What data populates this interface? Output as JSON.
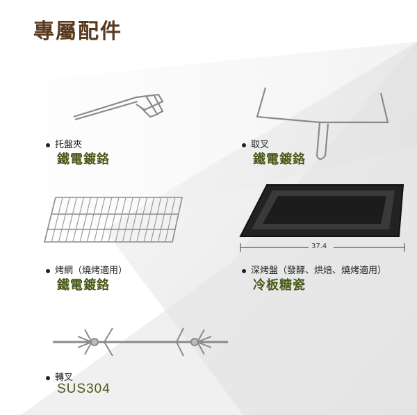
{
  "title": "專屬配件",
  "items": [
    {
      "name": "托盤夾",
      "material": "鐵電鍍鉻"
    },
    {
      "name": "取叉",
      "material": "鐵電鍍鉻"
    },
    {
      "name": "烤網（燒烤適用）",
      "material": "鐵電鍍鉻"
    },
    {
      "name": "深烤盤（發酵、烘焙、燒烤適用）",
      "material": "冷板糖瓷"
    },
    {
      "name": "轉叉",
      "material": "SUS304"
    }
  ],
  "tray_dimension": "37.4",
  "colors": {
    "title": "#5a3a1e",
    "material": "#4a5a1a",
    "background_band": "#d9d9d9"
  }
}
